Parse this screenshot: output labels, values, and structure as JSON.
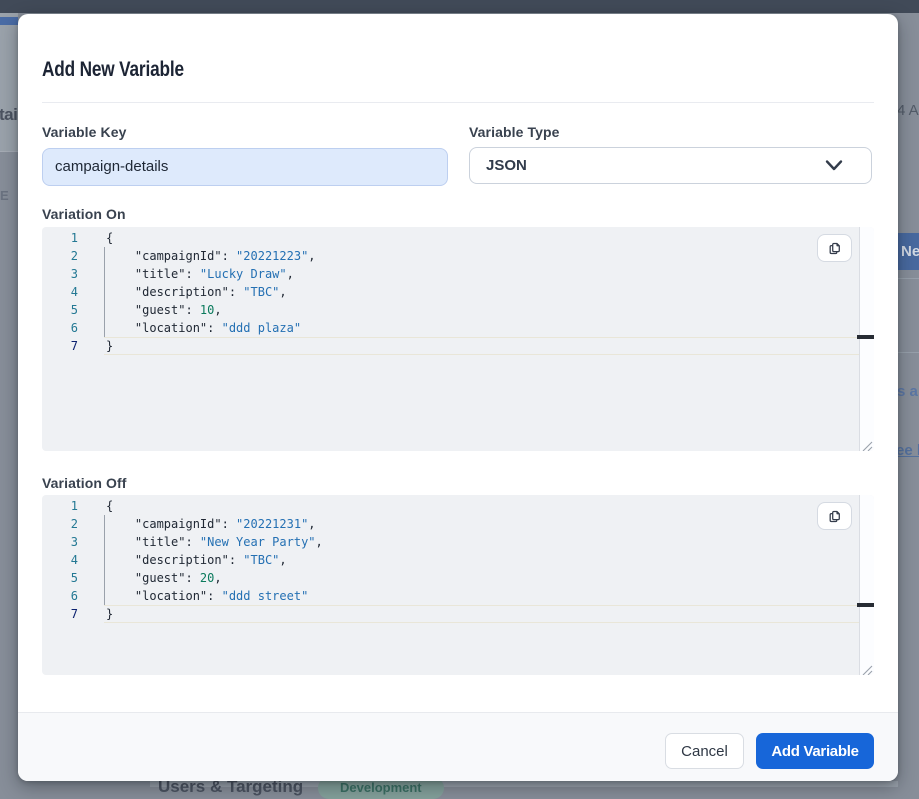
{
  "backdrop": {
    "navbar_color": "#414a58",
    "page_title_fragment": "tai",
    "left_tab_fragment": "E",
    "date_fragment": "4 A",
    "new_button_fragment": "Ne",
    "new_button_color": "#48699f",
    "text_fragment": "s a",
    "link_fragment": "ee h",
    "section_title": "Users & Targeting",
    "environment_badge": "Development",
    "badge_bg": "#81a09a"
  },
  "modal": {
    "title": "Add New Variable",
    "variable_key": {
      "label": "Variable Key",
      "value": "campaign-details"
    },
    "variable_type": {
      "label": "Variable Type",
      "value": "JSON"
    },
    "editors": [
      {
        "label": "Variation On",
        "active_line": 7,
        "lines": [
          [
            {
              "c": "pl",
              "t": "{"
            }
          ],
          [
            {
              "c": "pl",
              "t": "    \"campaignId\": "
            },
            {
              "c": "st",
              "t": "\"20221223\""
            },
            {
              "c": "pl",
              "t": ","
            }
          ],
          [
            {
              "c": "pl",
              "t": "    \"title\": "
            },
            {
              "c": "st",
              "t": "\"Lucky Draw\""
            },
            {
              "c": "pl",
              "t": ","
            }
          ],
          [
            {
              "c": "pl",
              "t": "    \"description\": "
            },
            {
              "c": "st",
              "t": "\"TBC\""
            },
            {
              "c": "pl",
              "t": ","
            }
          ],
          [
            {
              "c": "pl",
              "t": "    \"guest\": "
            },
            {
              "c": "nu",
              "t": "10"
            },
            {
              "c": "pl",
              "t": ","
            }
          ],
          [
            {
              "c": "pl",
              "t": "    \"location\": "
            },
            {
              "c": "st",
              "t": "\"ddd plaza\""
            }
          ],
          [
            {
              "c": "pl",
              "t": "}"
            }
          ]
        ]
      },
      {
        "label": "Variation Off",
        "active_line": 7,
        "lines": [
          [
            {
              "c": "pl",
              "t": "{"
            }
          ],
          [
            {
              "c": "pl",
              "t": "    \"campaignId\": "
            },
            {
              "c": "st",
              "t": "\"20221231\""
            },
            {
              "c": "pl",
              "t": ","
            }
          ],
          [
            {
              "c": "pl",
              "t": "    \"title\": "
            },
            {
              "c": "st",
              "t": "\"New Year Party\""
            },
            {
              "c": "pl",
              "t": ","
            }
          ],
          [
            {
              "c": "pl",
              "t": "    \"description\": "
            },
            {
              "c": "st",
              "t": "\"TBC\""
            },
            {
              "c": "pl",
              "t": ","
            }
          ],
          [
            {
              "c": "pl",
              "t": "    \"guest\": "
            },
            {
              "c": "nu",
              "t": "20"
            },
            {
              "c": "pl",
              "t": ","
            }
          ],
          [
            {
              "c": "pl",
              "t": "    \"location\": "
            },
            {
              "c": "st",
              "t": "\"ddd street\""
            }
          ],
          [
            {
              "c": "pl",
              "t": "}"
            }
          ]
        ]
      }
    ],
    "footer": {
      "cancel_label": "Cancel",
      "submit_label": "Add Variable"
    },
    "colors": {
      "accent": "#1766d9",
      "autofill_bg": "#deeafc",
      "editor_bg": "#eff1f4",
      "line_number": "#237893",
      "active_line_number": "#0b216f",
      "token_plain": "#1f2733",
      "token_string": "#2470b3",
      "token_number": "#0a7a5c"
    }
  }
}
